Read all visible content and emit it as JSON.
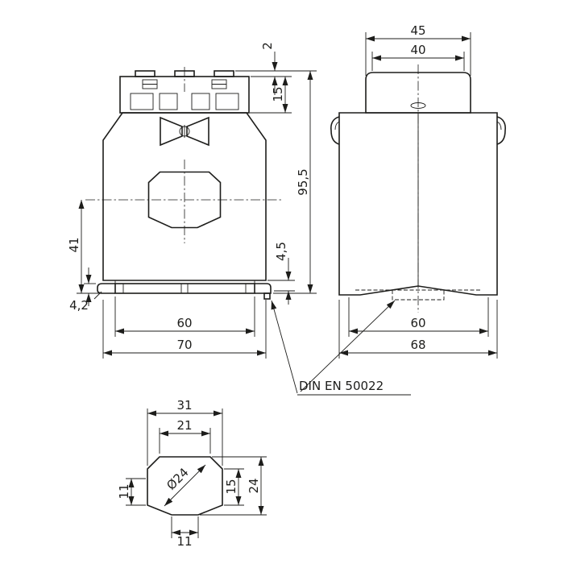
{
  "front": {
    "d2": "2",
    "d15": "15",
    "d955": "95,5",
    "d45": "4,5",
    "d41": "41",
    "d42": "4,2",
    "d60": "60",
    "d70": "70"
  },
  "side": {
    "d45": "45",
    "d40": "40",
    "d60": "60",
    "d68": "68"
  },
  "detail": {
    "d31": "31",
    "d21": "21",
    "dia": "Ø24",
    "d15": "15",
    "d24": "24",
    "d11l": "11",
    "d11b": "11"
  },
  "note": {
    "din": "DIN EN 50022"
  },
  "colors": {
    "line": "#1d1d1b",
    "bg": "#ffffff"
  }
}
